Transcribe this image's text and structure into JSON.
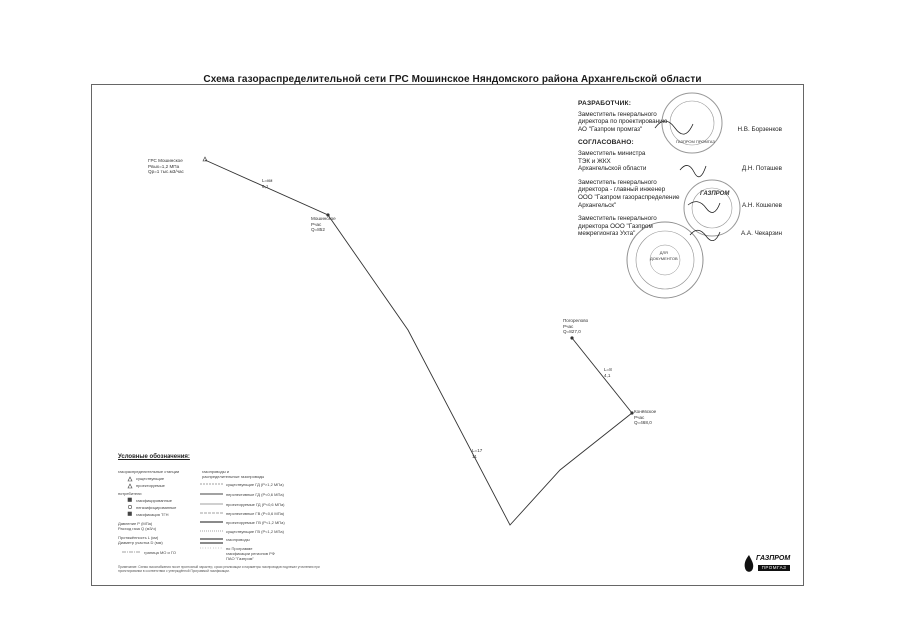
{
  "title": "Схема газораспределительной сети ГРС Мошинское Няндомского района Архангельской области",
  "map": {
    "grs": {
      "label": "ГРС Мошинское\nРвых=1,2 МПа\nQp=1 тыс.м3/час"
    },
    "nodes": [
      {
        "label": "Мошинское\nРчас\nQ=852"
      },
      {
        "label": "Погорелово\nРчас\nQ=827,0"
      },
      {
        "label": "Конёвское\nРчас\nQ=468,0"
      }
    ],
    "segments": [
      {
        "label": "L=км\n6,1"
      },
      {
        "label": "L=17\n11"
      },
      {
        "label": "L=8\n4,1"
      }
    ]
  },
  "approvals": {
    "developer_header": "РАЗРАБОТЧИК:",
    "developer_text": "Заместитель генерального\nдиректора по проектированию\nАО \"Газпром промгаз\"",
    "developer_name": "Н.В. Борзенков",
    "agreed_header": "СОГЛАСОВАНО:",
    "blocks": [
      {
        "text": "Заместитель министра\nТЭК и ЖКХ\nАрхангельской области",
        "name": "Д.Н. Поташев"
      },
      {
        "text": "Заместитель генерального\nдиректора - главный инженер\nООО \"Газпром газораспределение\nАрхангельск\"",
        "name": "А.Н. Кошелев"
      },
      {
        "text": "Заместитель генерального\nдиректора ООО \"Газпром\nмежрегионгаз Ухта\"",
        "name": "А.А. Чекарзин"
      }
    ],
    "stamps": [
      {
        "text": "ГАЗПРОМ ПРОМГАЗ"
      },
      {
        "text": "ГАЗПРОМ"
      },
      {
        "text": "ДЛЯ\nДОКУМЕНТОВ"
      }
    ]
  },
  "legend": {
    "title": "Условные обозначения:",
    "left": [
      "газораспределительные станции",
      "существующие",
      "проектируемые",
      "потребители",
      "газифицированные",
      "негазифицированные",
      "газификация ТГН",
      "Давление Р (МПа)",
      "Расход газа Q (м3/ч)",
      "Протяжённость L (км)",
      "Диаметр участка D (мм)",
      "граница МО и ГО"
    ],
    "right": [
      "газопроводы и",
      "распределительные газопроводы",
      "существующие ГД (Р>1,2 МПа)",
      "перспективные ГД (Р<0,6 МПа)",
      "проектируемые ГД (Р<0,6 МПа)",
      "перспективные ГВ (Р<0,6 МПа)",
      "проектируемые ГВ (Р<1,2 МПа)",
      "существующие ГВ (Р<1,2 МПа)",
      "газопроводы",
      "по Программе\nгазификации регионов РФ\nПАО \"Газпром\""
    ]
  },
  "footnote": "Примечание: Схема газоснабжения носит прогнозный характер, сроки реализации и параметры газопроводов подлежат уточнению при проектировании в соответствии с утверждённой Программой газификации.",
  "logo": {
    "top": "ГАЗПРОМ",
    "bottom": "ПРОМГАЗ"
  }
}
